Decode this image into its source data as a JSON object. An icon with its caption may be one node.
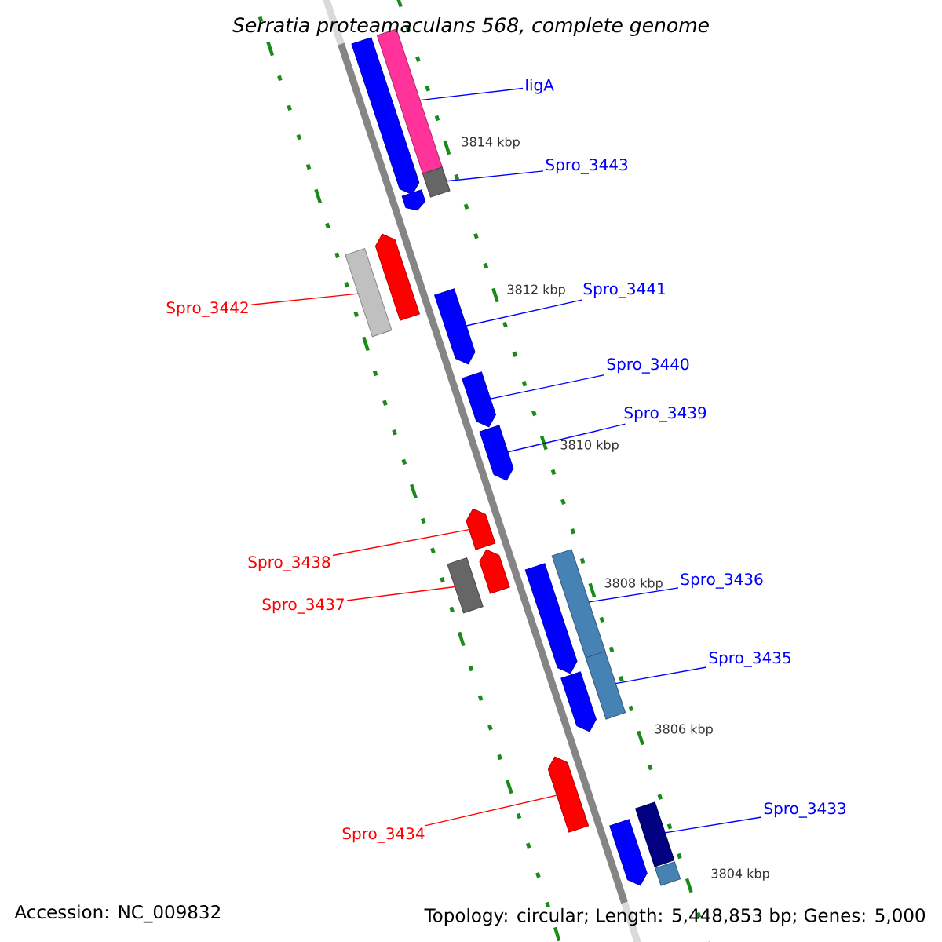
{
  "diagram": {
    "title": "Serratia proteamaculans 568, complete genome",
    "nodes": [
      {
        "text": [
          "ligA"
        ]
      },
      {
        "text": [
          "Spro_3443"
        ]
      },
      {
        "text": [
          "Spro_3442"
        ]
      },
      {
        "text": [
          "Spro_3441"
        ]
      },
      {
        "text": [
          "Spro_3440"
        ]
      },
      {
        "text": [
          "Spro_3439"
        ]
      },
      {
        "text": [
          "Spro_3438"
        ]
      },
      {
        "text": [
          "Spro_3437"
        ]
      },
      {
        "text": [
          "Spro_3436"
        ]
      },
      {
        "text": [
          "Spro_3435"
        ]
      },
      {
        "text": [
          "Spro_3434"
        ]
      },
      {
        "text": [
          "Spro_3433"
        ]
      },
      {
        "text": [],
        "shape": "arrow"
      },
      {
        "text": [],
        "shape": "box"
      },
      {
        "text": [],
        "shape": "box"
      },
      {
        "text": [],
        "shape": "arrow"
      },
      {
        "text": [],
        "shape": "arrow"
      },
      {
        "text": [],
        "shape": "box"
      },
      {
        "text": [],
        "shape": "arrow"
      },
      {
        "text": [],
        "shape": "arrow"
      },
      {
        "text": [],
        "shape": "arrow"
      },
      {
        "text": [],
        "shape": "arrow"
      },
      {
        "text": [],
        "shape": "arrow"
      },
      {
        "text": [],
        "shape": "box"
      },
      {
        "text": [],
        "shape": "box"
      },
      {
        "text": [],
        "shape": "arrow"
      },
      {
        "text": [],
        "shape": "box"
      },
      {
        "text": [],
        "shape": "arrow"
      },
      {
        "text": [],
        "shape": "arrow"
      },
      {
        "text": [],
        "shape": "box"
      },
      {
        "text": [],
        "shape": "arrow"
      },
      {
        "text": [],
        "shape": "box"
      }
    ],
    "edges": [
      {
        "from": 0,
        "to": 13,
        "arrow": "none"
      },
      {
        "from": 1,
        "to": 14,
        "arrow": "none"
      },
      {
        "from": 2,
        "to": 17,
        "arrow": "none",
        "color": "#ff0000"
      },
      {
        "from": 3,
        "to": 18,
        "arrow": "none"
      },
      {
        "from": 4,
        "to": 19,
        "arrow": "none"
      },
      {
        "from": 5,
        "to": 20,
        "arrow": "none"
      },
      {
        "from": 6,
        "to": 21,
        "arrow": "none",
        "color": "#ff0000"
      },
      {
        "from": 7,
        "to": 23,
        "arrow": "none",
        "color": "#ff0000"
      },
      {
        "from": 8,
        "to": 24,
        "arrow": "none"
      },
      {
        "from": 9,
        "to": 26,
        "arrow": "none"
      },
      {
        "from": 10,
        "to": 28,
        "arrow": "none",
        "color": "#ff0000"
      },
      {
        "from": 11,
        "to": 29,
        "arrow": "none"
      }
    ],
    "labels": [
      "3814 kbp",
      "3812 kbp",
      "3810 kbp",
      "3808 kbp",
      "3806 kbp",
      "3804 kbp",
      "Accession: NC_009832",
      "Topology: circular; Length: 5,448,853 bp; Genes: 5,000"
    ]
  }
}
